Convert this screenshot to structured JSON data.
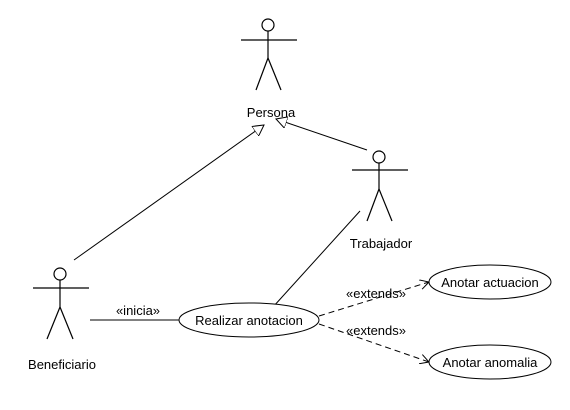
{
  "actors": {
    "persona": "Persona",
    "trabajador": "Trabajador",
    "beneficiario": "Beneficiario"
  },
  "use_cases": {
    "realizar_anotacion": "Realizar anotacion",
    "anotar_actuacion": "Anotar actuacion",
    "anotar_anomalia": "Anotar anomalia"
  },
  "relations": {
    "inicia": "«inicia»",
    "extends_1": "«extends»",
    "extends_2": "«extends»"
  }
}
